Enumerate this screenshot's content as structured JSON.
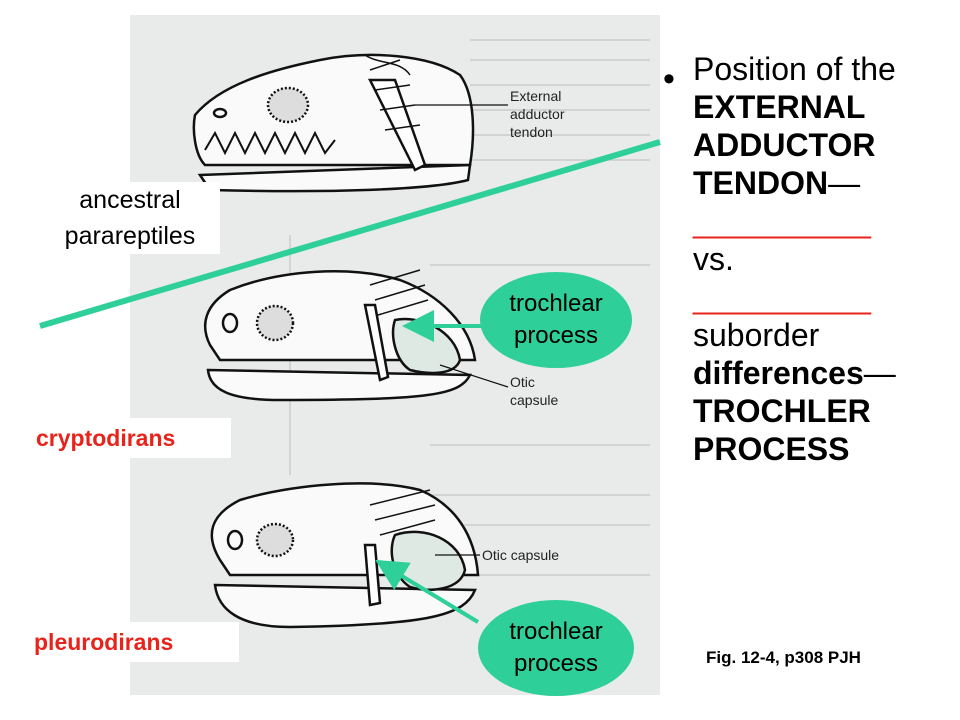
{
  "figure": {
    "external_label_1": "External",
    "external_label_2": "adductor",
    "external_label_3": "tendon",
    "otic_label_1": "Otic",
    "otic_label_2": "capsule",
    "otic_label_3": "Otic capsule"
  },
  "groups": {
    "ancestral_1": "ancestral",
    "ancestral_2": "parareptiles",
    "cryptodirans": "cryptodirans",
    "pleurodirans": "pleurodirans"
  },
  "callouts": {
    "top_1": "trochlear",
    "top_2": "process",
    "bottom_1": "trochlear",
    "bottom_2": "process"
  },
  "bullet": {
    "line1": "Position of the",
    "line2": "EXTERNAL",
    "line3": "ADDUCTOR",
    "line4": "TENDON",
    "dash": "—",
    "blank1": "__________",
    "vs": "vs.",
    "blank2": "__________",
    "line8": "suborder",
    "line9": "differences",
    "dash2": "—",
    "line10": "TROCHLER",
    "line11": "PROCESS"
  },
  "caption": "Fig. 12-4, p308 PJH",
  "colors": {
    "accent_green": "#2ecf99",
    "red_text": "#e8231b",
    "figure_bg": "#e9ebea"
  }
}
